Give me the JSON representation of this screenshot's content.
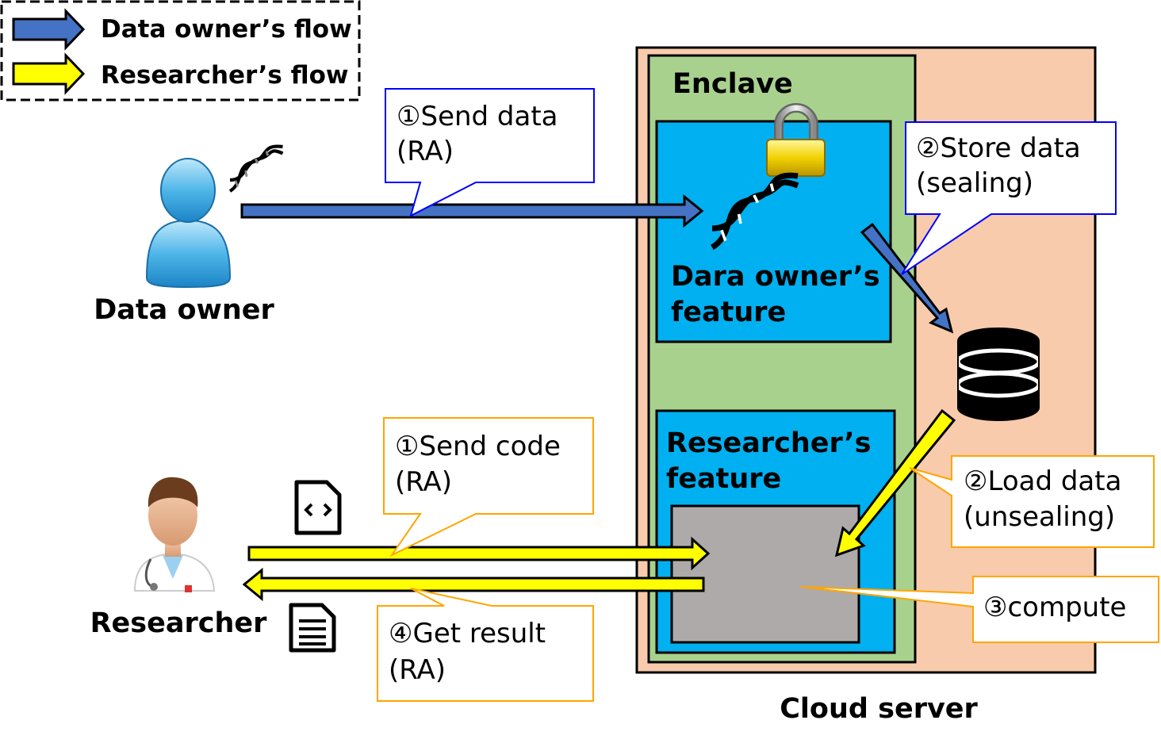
{
  "legend": {
    "data_owner_flow": "Data owner’s flow",
    "researcher_flow": "Researcher’s flow"
  },
  "actors": {
    "data_owner": "Data owner",
    "researcher": "Researcher"
  },
  "server": {
    "label": "Cloud server",
    "enclave_label": "Enclave",
    "owner_feature": [
      "Dara owner’s",
      "feature"
    ],
    "researcher_feature": [
      "Researcher’s",
      "feature"
    ]
  },
  "callouts": {
    "send_data": [
      "①Send data",
      "(RA)"
    ],
    "store_data": [
      "②Store data",
      "(sealing)"
    ],
    "send_code": [
      "①Send code",
      "(RA)"
    ],
    "load_data": [
      "②Load data",
      "(unsealing)"
    ],
    "compute": "③compute",
    "get_result": [
      "④Get result",
      "(RA)"
    ]
  },
  "colors": {
    "blue_arrow": "#4472c4",
    "yellow_arrow": "#ffff00",
    "cloud_bg": "#f8cbad",
    "enclave_bg": "#a9d18e",
    "feature_bg": "#00b0f0",
    "compute_box": "#aeaaaa",
    "blue_callout_border": "#0000ff",
    "orange_callout_border": "#ffa500"
  },
  "icons": [
    "dna-icon",
    "lock-icon",
    "database-icon",
    "code-file-icon",
    "document-icon",
    "user-icon",
    "doctor-icon"
  ]
}
